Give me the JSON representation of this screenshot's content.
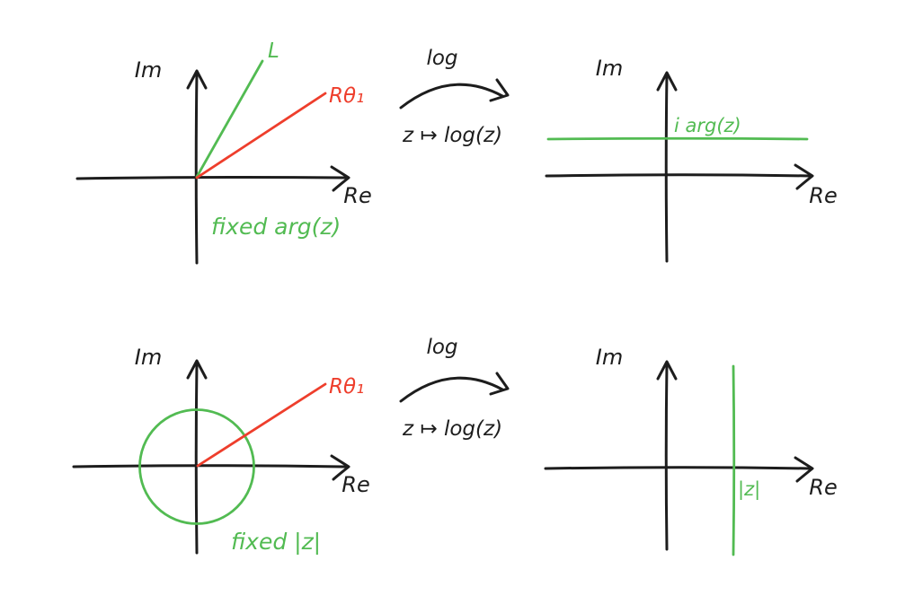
{
  "colors": {
    "ink": "#1d1d1d",
    "red": "#ee3e2c",
    "green": "#52bb52"
  },
  "panels": {
    "top_left": {
      "im_label": "Im",
      "re_label": "Re",
      "green_ray_label": "L",
      "red_ray_label": "Rθ₁",
      "caption": "fixed arg(z)"
    },
    "top_map": {
      "name": "log",
      "rule": "z ↦ log(z)"
    },
    "top_right": {
      "im_label": "Im",
      "re_label": "Re",
      "line_label": "i arg(z)"
    },
    "bottom_left": {
      "im_label": "Im",
      "re_label": "Re",
      "red_ray_label": "Rθ₁",
      "caption": "fixed |z|"
    },
    "bottom_map": {
      "name": "log",
      "rule": "z ↦ log(z)"
    },
    "bottom_right": {
      "im_label": "Im",
      "re_label": "Re",
      "line_label": "|z|"
    }
  }
}
